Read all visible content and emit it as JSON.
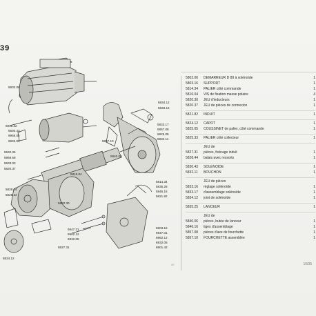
{
  "header_mark": "39",
  "page_number": "10/35",
  "faint_number": "49",
  "parts_groups": [
    {
      "header": "",
      "rows": [
        {
          "ref": "5802.06",
          "desc": "DEMARREUR D 89 à solénoïde",
          "qty": "1"
        },
        {
          "ref": "5803.16",
          "desc": "SUPPORT",
          "qty": "1"
        },
        {
          "ref": "5814.34",
          "desc": "PALIER côté commande",
          "qty": "1"
        },
        {
          "ref": "5816.04",
          "desc": "VIS de fixation masse polaire",
          "qty": "4"
        },
        {
          "ref": "5820.30",
          "desc": "JEU d'inducteurs",
          "qty": "1"
        },
        {
          "ref": "5820.37",
          "desc": "JEU de pièces de connexion",
          "qty": "1"
        }
      ]
    },
    {
      "header": "",
      "rows": [
        {
          "ref": "5821.82",
          "desc": "INDUIT",
          "qty": "1"
        }
      ]
    },
    {
      "header": "",
      "rows": [
        {
          "ref": "5824.12",
          "desc": "CAPOT",
          "qty": "1"
        },
        {
          "ref": "5825.05",
          "desc": "COUSSINET de palier, côté commande",
          "qty": "1"
        }
      ]
    },
    {
      "header": "",
      "rows": [
        {
          "ref": "5825.33",
          "desc": "PALIER côté collecteur",
          "qty": "1"
        }
      ]
    },
    {
      "header": "JEU de",
      "rows": [
        {
          "ref": "5827.31",
          "desc": "pièces, freinage induit",
          "qty": "1"
        },
        {
          "ref": "5828.44",
          "desc": "balais avec ressorts",
          "qty": "1"
        }
      ]
    },
    {
      "header": "",
      "rows": [
        {
          "ref": "5830.43",
          "desc": "SOLENOÏDE",
          "qty": "1"
        },
        {
          "ref": "5832.11",
          "desc": "BOUCHON",
          "qty": "1"
        }
      ]
    },
    {
      "header": "JEU de pièces",
      "rows": [
        {
          "ref": "5833.16",
          "desc": "réglage solénoïde",
          "qty": "1"
        },
        {
          "ref": "5833.17",
          "desc": "d'assemblage solénoïde",
          "qty": "1"
        },
        {
          "ref": "5834.12",
          "desc": "joint de solénoïde",
          "qty": "1"
        }
      ]
    },
    {
      "header": "",
      "rows": [
        {
          "ref": "5835.25",
          "desc": "LANCEUR",
          "qty": "1"
        }
      ]
    },
    {
      "header": "JEU de",
      "rows": [
        {
          "ref": "5840.06",
          "desc": "pièces, butée de lanceur",
          "qty": "1"
        },
        {
          "ref": "5846.16",
          "desc": "tiges d'assemblage",
          "qty": "1"
        },
        {
          "ref": "5857.08",
          "desc": "pièces d'axe de fourchette",
          "qty": "1"
        },
        {
          "ref": "5857.10",
          "desc": "FOURCHETTE assemblée",
          "qty": "1"
        }
      ]
    }
  ],
  "callouts": [
    {
      "text": "5802.06"
    },
    {
      "text": "6915.22"
    },
    {
      "text": "5834.12"
    },
    {
      "text": "5833.16"
    },
    {
      "text": "5833.17"
    },
    {
      "text": "5857.08"
    },
    {
      "text": "5825.05"
    },
    {
      "text": "5832.11"
    },
    {
      "text": "5830.43"
    },
    {
      "text": "6958.05"
    },
    {
      "text": "6933.06"
    },
    {
      "text": "5857.10"
    },
    {
      "text": "6932.06"
    },
    {
      "text": "6958.58"
    },
    {
      "text": "6933.03"
    },
    {
      "text": "5820.37"
    },
    {
      "text": "5840.06"
    },
    {
      "text": "5816.04"
    },
    {
      "text": "5828.44"
    },
    {
      "text": "5825.33"
    },
    {
      "text": "5814.34"
    },
    {
      "text": "5835.25"
    },
    {
      "text": "5846.16"
    },
    {
      "text": "5821.82"
    },
    {
      "text": "5820.30"
    },
    {
      "text": "5803.16"
    },
    {
      "text": "6947.01"
    },
    {
      "text": "6962.12"
    },
    {
      "text": "6932.05"
    },
    {
      "text": "6901.42"
    },
    {
      "text": "6947.31"
    },
    {
      "text": "6962.12"
    },
    {
      "text": "6932.05"
    },
    {
      "text": "5827.31"
    },
    {
      "text": "5824.12"
    }
  ]
}
